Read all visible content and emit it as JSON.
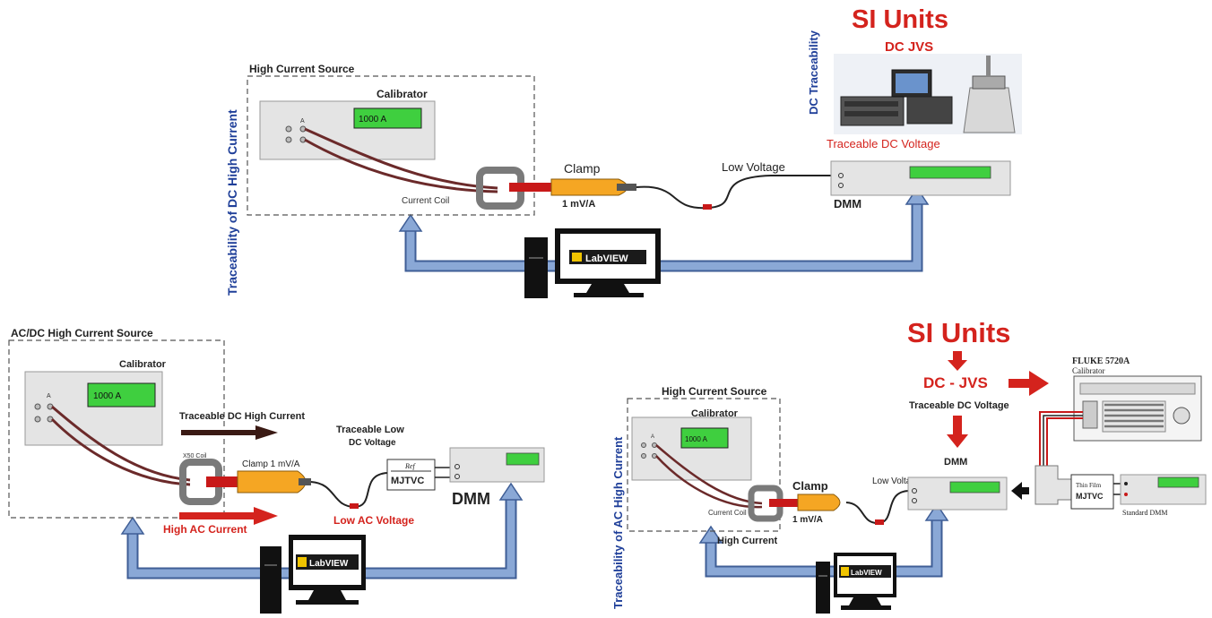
{
  "colors": {
    "pipe": "#8aa8d6",
    "pipe_edge": "#3f5e96",
    "display": "#3fcf3f",
    "coil": "#808080",
    "clamp": "#f5a623",
    "red_text": "#d4231d",
    "blue_text": "#1f3f99",
    "panel": "#e2e2e2",
    "cable": "#6b2a2a"
  },
  "top": {
    "source_label": "High Current Source",
    "calibrator_label": "Calibrator",
    "display_value": "1000 A",
    "terminal_label": "A",
    "coil_label": "Current Coil",
    "clamp_label": "Clamp",
    "clamp_ratio": "1 mV/A",
    "low_voltage_label": "Low Voltage",
    "dmm_label": "DMM",
    "vertical_title": "Traceability of DC High Current",
    "dc_trace_label": "DC Traceability",
    "si_units": "SI Units",
    "dc_jvs": "DC JVS",
    "traceable_dc_voltage": "Traceable DC Voltage",
    "software_label": "LabVIEW"
  },
  "bottom_left": {
    "source_label": "AC/DC High Current Source",
    "calibrator_label": "Calibrator",
    "display_value": "1000 A",
    "terminal_label": "A",
    "traceable_dc_current": "Traceable DC High Current",
    "high_ac_current": "High AC Current",
    "coil_label": "X50 Coil",
    "clamp_label": "Clamp 1 mV/A",
    "traceable_low_line1": "Traceable Low",
    "traceable_low_line2": "DC Voltage",
    "ref_label": "Ref",
    "mjtvc_label": "MJTVC",
    "low_ac_voltage": "Low AC Voltage",
    "dmm_label": "DMM",
    "software_label": "LabVIEW"
  },
  "bottom_right": {
    "vertical_title": "Traceability of AC High Current",
    "source_label": "High Current Source",
    "calibrator_label": "Calibrator",
    "display_value": "1000 A",
    "terminal_label": "A",
    "coil_label": "Current Coil",
    "high_current_label": "High Current",
    "clamp_label": "Clamp",
    "clamp_ratio": "1 mV/A",
    "low_voltage_label": "Low Voltage",
    "si_units": "SI Units",
    "dc_jvs": "DC - JVS",
    "traceable_dc_voltage": "Traceable DC Voltage",
    "dmm_label": "DMM",
    "fluke_label": "FLUKE 5720A",
    "fluke_sub": "Calibrator",
    "thin_film_label": "Thin Film",
    "mjtvc_label": "MJTVC",
    "standard_dmm_label": "Standard DMM",
    "software_label": "LabVIEW"
  }
}
